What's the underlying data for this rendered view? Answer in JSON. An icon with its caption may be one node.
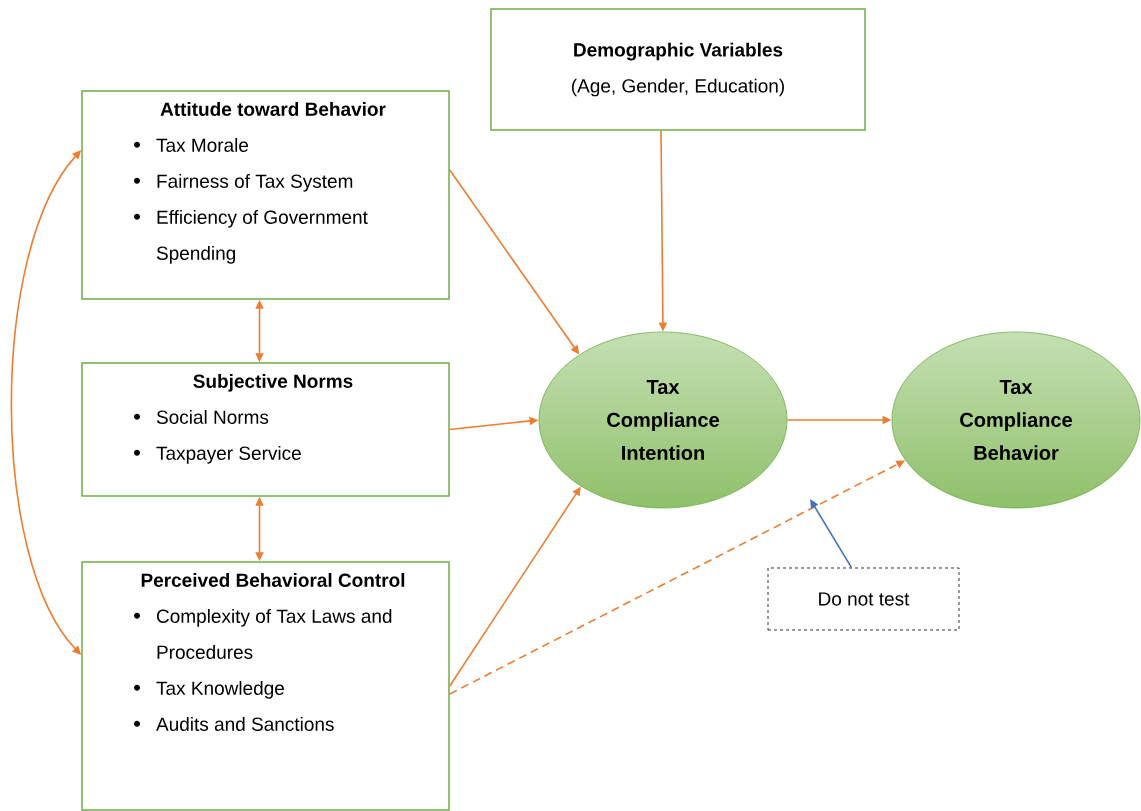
{
  "diagram": {
    "nodes": [
      {
        "text": [
          "Attitude toward Behavior",
          "Tax Morale",
          "Fairness of Tax System",
          "Efficiency of Government Spending"
        ]
      },
      {
        "text": [
          "Subjective Norms",
          "Social Norms",
          "Taxpayer Service"
        ]
      },
      {
        "text": [
          "Perceived Behavioral Control",
          "Complexity of Tax Laws and Procedures",
          "Tax Knowledge",
          "Audits and Sanctions"
        ]
      },
      {
        "text": [
          "Demographic Variables",
          "(Age, Gender, Education)"
        ]
      },
      {
        "text": [
          "Tax Compliance Intention"
        ]
      },
      {
        "text": [
          "Tax Compliance Behavior"
        ]
      },
      {
        "text": [
          "Do not test"
        ]
      }
    ],
    "edges": [
      {
        "from": 0,
        "to": 2,
        "arrow": "both"
      },
      {
        "from": 0,
        "to": 1,
        "arrow": "both"
      },
      {
        "from": 1,
        "to": 2,
        "arrow": "both"
      },
      {
        "from": 0,
        "to": 4,
        "arrow": "to"
      },
      {
        "from": 1,
        "to": 4,
        "arrow": "to"
      },
      {
        "from": 2,
        "to": 4,
        "arrow": "to"
      },
      {
        "from": 3,
        "to": 4,
        "arrow": "to"
      },
      {
        "from": 4,
        "to": 5,
        "arrow": "to"
      },
      {
        "from": 2,
        "to": 5,
        "arrow": "to",
        "style": "dashed"
      },
      {
        "from": 6,
        "to": null,
        "arrow": "to",
        "color": "#4472c4"
      }
    ]
  }
}
